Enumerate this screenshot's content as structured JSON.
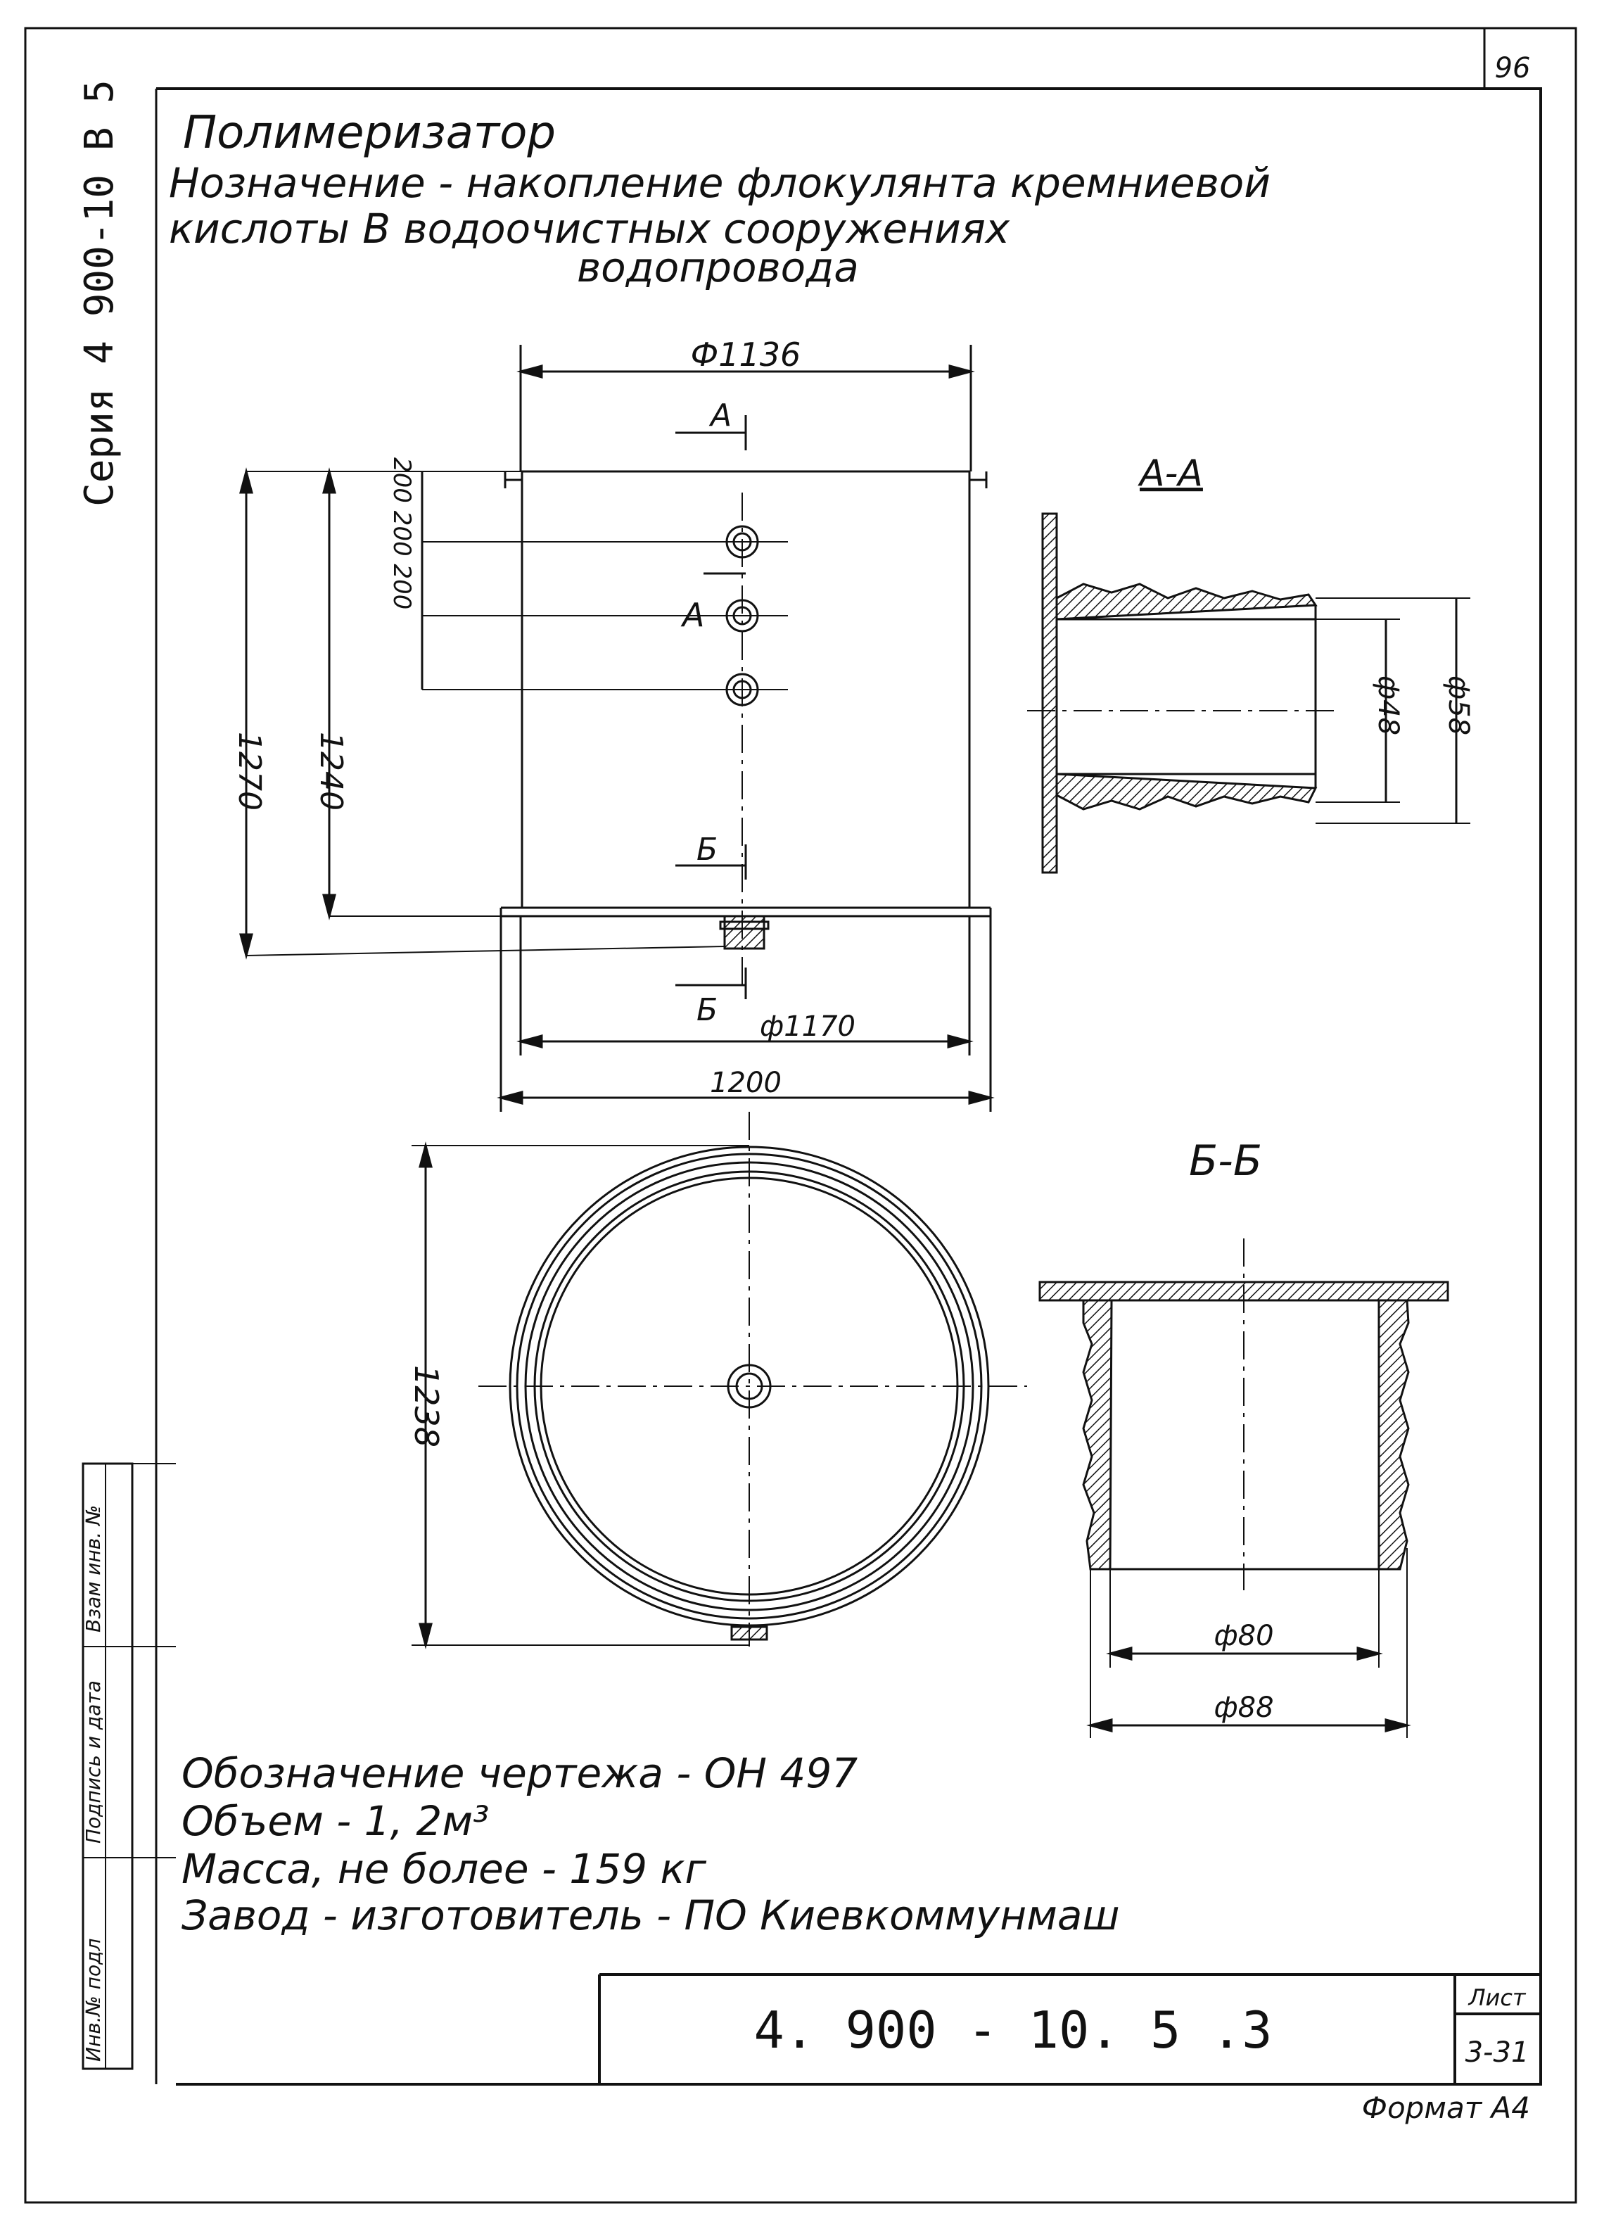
{
  "sheet": {
    "page_number": "96",
    "series_vertical": "Серия 4 900-10 В 5",
    "format_label": "Формат А4"
  },
  "header": {
    "title": "Полимеризатор",
    "purpose_line1": "Нозначение - накопление флокулянта кремниевой",
    "purpose_line2": "кислоты В водоочистных сооружениях",
    "purpose_line3": "водопровода"
  },
  "drawing": {
    "front_view": {
      "dim_top_diameter": "Ф1136",
      "dim_height_outer": "1270",
      "dim_height_inner": "1240",
      "dim_spacing": "200 200 200",
      "dim_bottom_diameter": "ф1170",
      "dim_base_width": "1200",
      "section_marker_a_top": "А",
      "section_marker_a_mid": "А",
      "section_marker_b_top": "Б",
      "section_marker_b_bottom": "Б"
    },
    "section_a": {
      "title": "А-А",
      "dim_inner": "ф48",
      "dim_outer": "ф58"
    },
    "plan_view": {
      "dim_height": "1238"
    },
    "section_b": {
      "title": "Б-Б",
      "dim_inner": "ф80",
      "dim_outer": "ф88"
    }
  },
  "specs": {
    "line1": "Обозначение   чертежа   - ОН 497",
    "line2": "Объем   -   1, 2м³",
    "line3": "Масса, не более  -  159 кг",
    "line4": "Завод - изготовитель - ПО Киевкоммунмаш"
  },
  "stamp_sidebar": {
    "cell1": "Взам инв. №",
    "cell2": "Подпись и дата",
    "cell3": "Инв.№ подл"
  },
  "title_block": {
    "document_code": "4. 900 - 10. 5 .3",
    "sheet_label": "Лист",
    "sheet_number": "3-31"
  }
}
